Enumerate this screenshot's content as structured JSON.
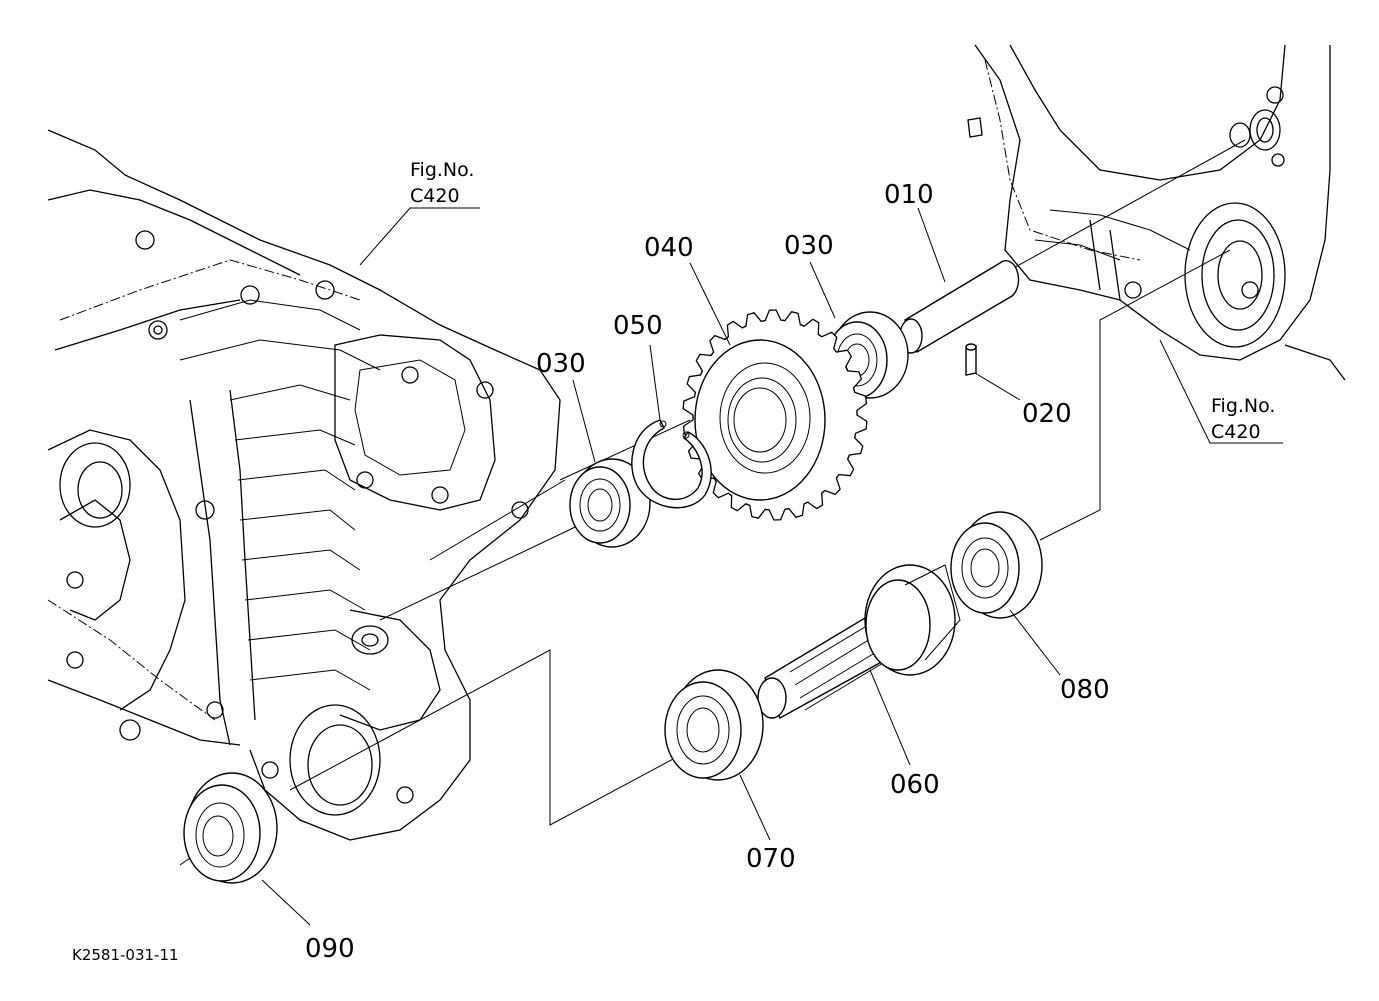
{
  "diagram": {
    "code": "K2581-031-11",
    "references": [
      {
        "line1": "Fig.No.",
        "line2": "C420"
      },
      {
        "line1": "Fig.No.",
        "line2": "C420"
      }
    ],
    "parts": {
      "p010": "010",
      "p020": "020",
      "p030a": "030",
      "p030b": "030",
      "p040": "040",
      "p050": "050",
      "p060": "060",
      "p070": "070",
      "p080": "080",
      "p090": "090"
    }
  }
}
